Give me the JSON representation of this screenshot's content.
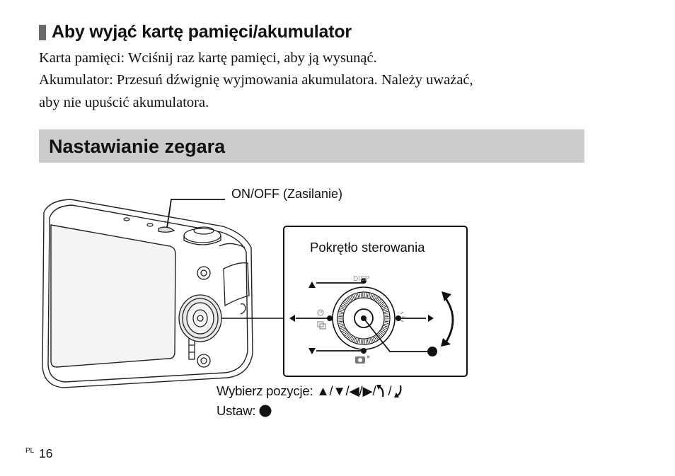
{
  "section1": {
    "title": "Aby wyjąć kartę pamięci/akumulator",
    "lines": [
      "Karta pamięci: Wciśnij raz kartę pamięci, aby ją wysunąć.",
      "Akumulator: Przesuń dźwignię wyjmowania akumulatora. Należy uważać,",
      "aby nie upuścić akumulatora."
    ]
  },
  "section2": {
    "title": "Nastawianie zegara",
    "onoff_label": "ON/OFF (Zasilanie)",
    "dial_label": "Pokrętło sterowania",
    "disp_label": "DISP",
    "select_text": "Wybierz pozycje: ▲/▼/◀/▶/",
    "select_slash": "/",
    "set_text": "Ustaw:"
  },
  "footer": {
    "lang": "PL",
    "page": "16"
  }
}
